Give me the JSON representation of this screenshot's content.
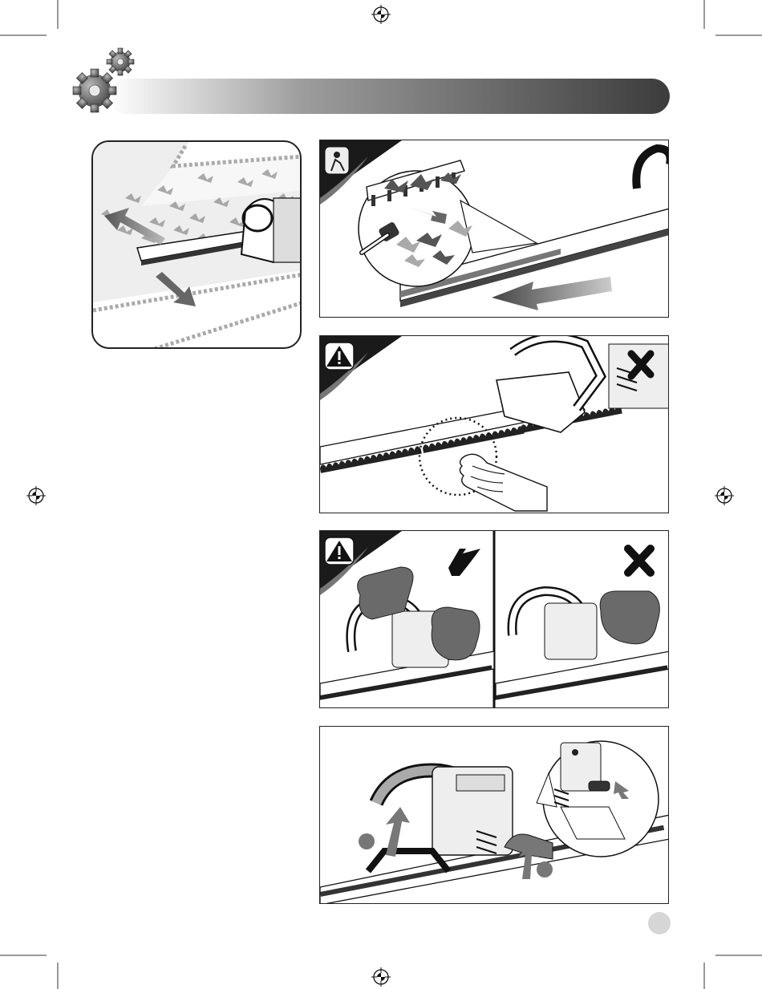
{
  "page": {
    "header": {
      "gear_icon": "gears-icon",
      "bar_colors": [
        "#ffffff",
        "#9c9c9c",
        "#3c3c3c"
      ]
    },
    "illustrations": [
      {
        "id": "fig-hedge-cut",
        "icon": "hedge-trimmer-icon"
      },
      {
        "id": "fig-cleaning",
        "icon": "user-manual-icon"
      },
      {
        "id": "fig-blade-warning",
        "icon": "warning-icon",
        "verdict": "cross-icon"
      },
      {
        "id": "fig-correct-grip",
        "icon": "warning-icon",
        "verdict": "check-icon"
      },
      {
        "id": "fig-wrong-grip",
        "verdict": "cross-icon"
      },
      {
        "id": "fig-handle-rotate",
        "icon": "arrow-icon"
      }
    ],
    "page_number_badge_color": "#d6d6d6"
  }
}
